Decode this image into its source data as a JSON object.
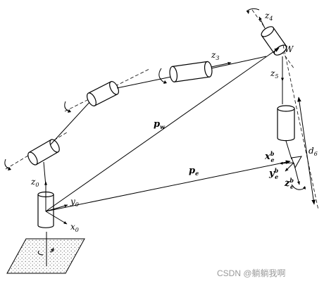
{
  "labels": {
    "z0": {
      "main": "z",
      "sub": "0"
    },
    "y0": {
      "main": "y",
      "sub": "0"
    },
    "x0": {
      "main": "x",
      "sub": "0"
    },
    "z3": {
      "main": "z",
      "sub": "3"
    },
    "z4": {
      "main": "z",
      "sub": "4"
    },
    "z5": {
      "main": "z",
      "sub": "5"
    },
    "W": "W",
    "pw": {
      "main": "p",
      "sub": "w"
    },
    "pe": {
      "main": "p",
      "sub": "e"
    },
    "d6": {
      "main": "d",
      "sub": "6"
    },
    "xe": {
      "main": "x",
      "sup": "b",
      "sub": "e"
    },
    "ye": {
      "main": "y",
      "sup": "b",
      "sub": "e"
    },
    "ze": {
      "main": "z",
      "sup": "b",
      "sub": "e"
    }
  },
  "watermark": "CSDN @躺躺我啊"
}
